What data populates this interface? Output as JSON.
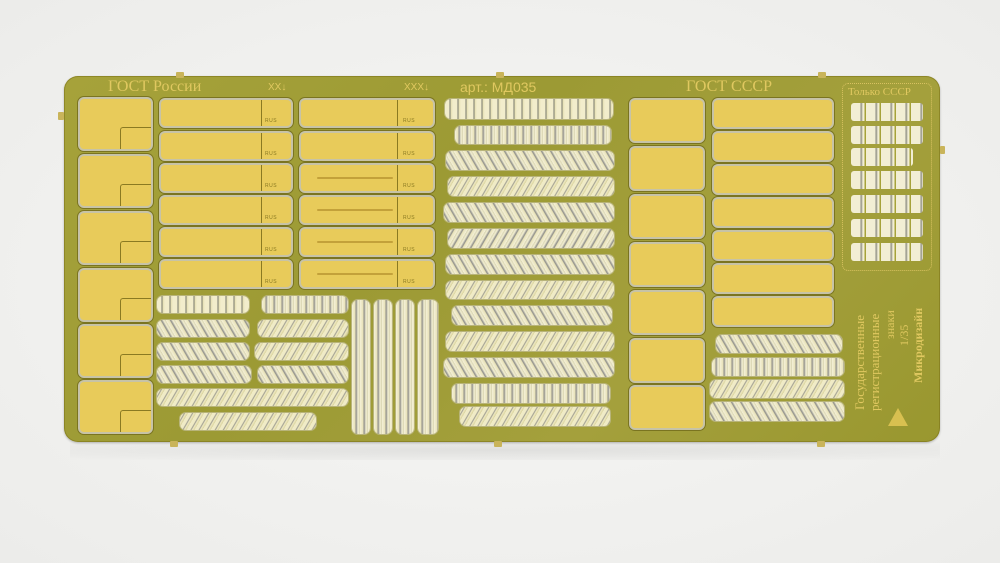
{
  "photo": {
    "subject": "Photo-etched brass sheet of vehicle registration plates, scale 1/35",
    "sheet_color": "#a3a03a",
    "plate_color": "#e8cb5a",
    "text_color": "#e0c860",
    "background_color": "#f3f3f1"
  },
  "labels": {
    "gost_russia": "ГОСТ России",
    "xx": "XX↓",
    "xxx": "XXX↓",
    "article": "арт.: МД035",
    "gost_ussr": "ГОСТ СССР",
    "only_ussr": "Только СССР",
    "vertical_line1": "Государственные",
    "vertical_line2": "регистрационные",
    "vertical_line3": "знаки",
    "vertical_line4": "1/35",
    "vertical_line5": "Микродизайн"
  },
  "plates": {
    "rus_mark": "RUS",
    "russia_square_count": 6,
    "russia_long_col1_count": 6,
    "russia_long_col2_count": 6,
    "ussr_square_count": 7,
    "ussr_long_count": 7
  },
  "rus": [
    "RUS",
    "RUS",
    "RUS",
    "RUS",
    "RUS",
    "RUS"
  ]
}
